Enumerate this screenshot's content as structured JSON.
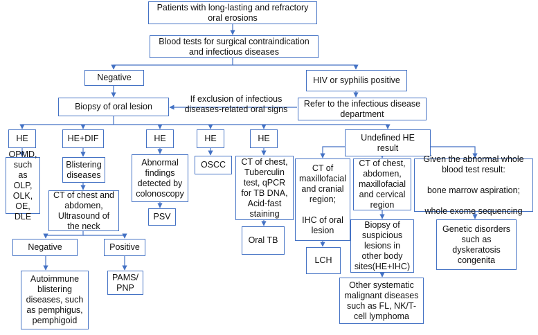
{
  "nodes": {
    "start": "Patients with long-lasting and refractory\noral erosions",
    "blood_tests": "Blood tests for surgical contraindication\nand infectious diseases",
    "negative_top": "Negative",
    "hiv_positive": "HIV or syphilis positive",
    "biopsy": "Biopsy of oral lesion",
    "refer": "Refer to the infectious disease\ndepartment",
    "he1": "HE",
    "he_dif": "HE+DIF",
    "he2": "HE",
    "he3": "HE",
    "he4": "HE",
    "undefined_he": "Undefined HE\nresult",
    "opmd": "OPMD,\nsuch as\nOLP,\nOLK, OE,\nDLE",
    "blistering": "Blistering\ndiseases",
    "abnormal_colonoscopy": "Abnormal\nfindings\ndetected by\ncolonoscopy",
    "oscc": "OSCC",
    "tb_tests": "CT of chest,\nTuberculin\ntest, qPCR\nfor TB DNA,\nAcid-fast\nstaining",
    "lch_tests": "CT of\nmaxillofacial\nand cranial\nregion;\n\nIHC of oral\nlesion",
    "ct_cervical": "CT of chest,\nabdomen,\nmaxillofacial\nand cervical\nregion",
    "whole_blood": "Given the abnormal whole\nblood test result:\n\nbone marrow aspiration;\n\nwhole exome sequencing",
    "ct_neck": "CT of chest and\nabdomen,\nUltrasound of\nthe neck",
    "psv": "PSV",
    "oral_tb": "Oral TB",
    "lch": "LCH",
    "biopsy_suspicious": "Biopsy of\nsuspicious\nlesions in\nother body\nsites(HE+IHC)",
    "genetic": "Genetic disorders\nsuch as\ndyskeratosis\ncongenita",
    "negative_bottom": "Negative",
    "positive": "Positive",
    "autoimmune": "Autoimmune\nblistering\ndiseases, such\nas pemphigus,\npemphigoid",
    "pams": "PAMS/\nPNP",
    "malignant": "Other systematic\nmalignant diseases\nsuch as FL, NK/T-\ncell lymphoma"
  },
  "edge_label": "If exclusion of infectious\ndiseases-related oral signs",
  "colors": {
    "border": "#4472c4",
    "line": "#4472c4",
    "text": "#111111"
  }
}
